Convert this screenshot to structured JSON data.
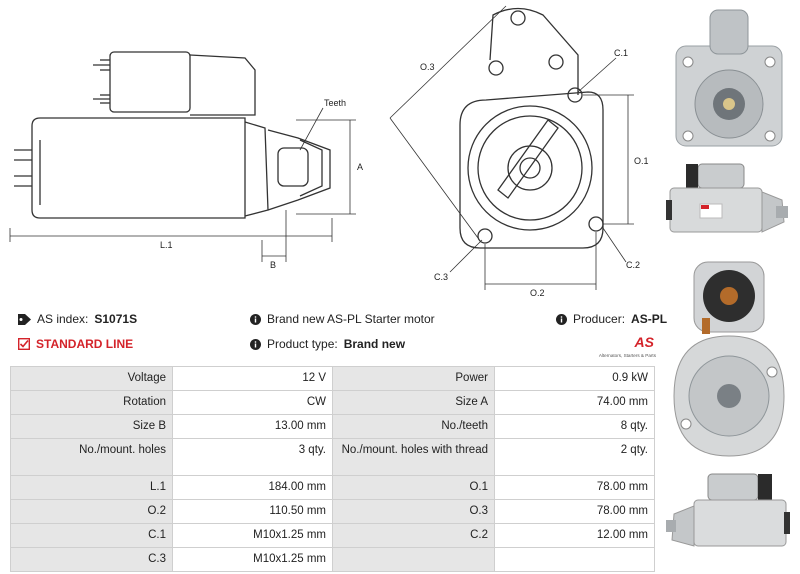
{
  "diagram": {
    "labels": {
      "teeth": "Teeth",
      "a": "A",
      "b": "B",
      "l1": "L.1",
      "o1": "O.1",
      "o2": "O.2",
      "o3": "O.3",
      "c1": "C.1",
      "c2": "C.2",
      "c3": "C.3"
    }
  },
  "info": {
    "as_index_label": "AS index:",
    "as_index_value": "S1071S",
    "standard_line": "STANDARD LINE",
    "description": "Brand new AS-PL Starter motor",
    "product_type_label": "Product type:",
    "product_type_value": "Brand new",
    "producer_label": "Producer:",
    "producer_value": "AS-PL"
  },
  "logo": {
    "mark": "AS",
    "tagline": "Alternators, Starters & Parts",
    "color": "#d4232a"
  },
  "specs": [
    {
      "k1": "Voltage",
      "v1": "12 V",
      "k2": "Power",
      "v2": "0.9 kW"
    },
    {
      "k1": "Rotation",
      "v1": "CW",
      "k2": "Size A",
      "v2": "74.00 mm"
    },
    {
      "k1": "Size B",
      "v1": "13.00 mm",
      "k2": "No./teeth",
      "v2": "8 qty."
    },
    {
      "k1": "No./mount. holes",
      "v1": "3 qty.",
      "k2": "No./mount. holes with thread",
      "v2": "2 qty."
    },
    {
      "k1": "L.1",
      "v1": "184.00 mm",
      "k2": "O.1",
      "v2": "78.00 mm"
    },
    {
      "k1": "O.2",
      "v1": "110.50 mm",
      "k2": "O.3",
      "v2": "78.00 mm"
    },
    {
      "k1": "C.1",
      "v1": "M10x1.25 mm",
      "k2": "C.2",
      "v2": "12.00 mm"
    },
    {
      "k1": "C.3",
      "v1": "M10x1.25 mm",
      "k2": "",
      "v2": ""
    }
  ]
}
